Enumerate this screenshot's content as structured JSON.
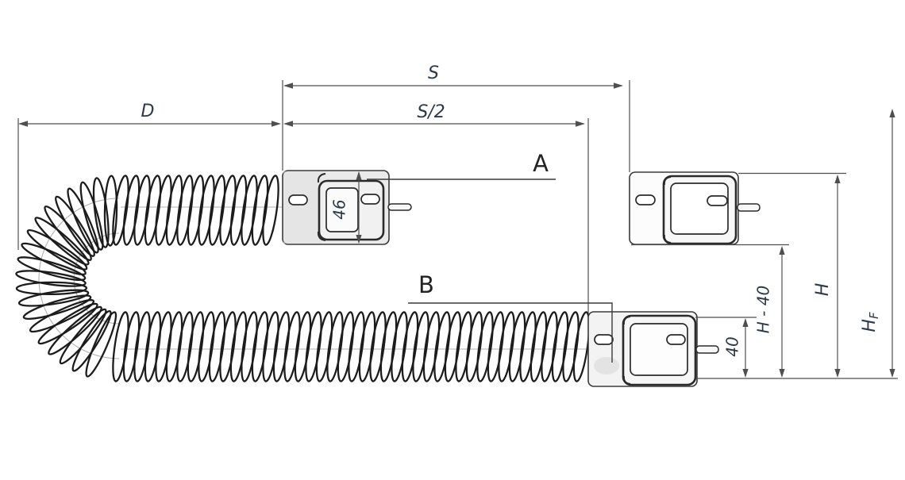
{
  "drawing": {
    "dim_labels": {
      "s": "S",
      "s_half": "S/2",
      "d": "D",
      "width_46": "46",
      "offset_40": "40",
      "h_minus_40": "H - 40",
      "h": "H",
      "hf_base": "H",
      "hf_sub": "F"
    },
    "callout_labels": {
      "a": "A",
      "b": "B"
    },
    "colors": {
      "background": "#ffffff",
      "object_line": "#3a3a3a",
      "dimension_line": "#4f4f4f",
      "chain_line": "#1c1c1c",
      "dim_text": "#2d3a48",
      "callout_text": "#222222",
      "connector_fill": "#eaeaea",
      "faint_guide": "#b0b0b0"
    }
  }
}
